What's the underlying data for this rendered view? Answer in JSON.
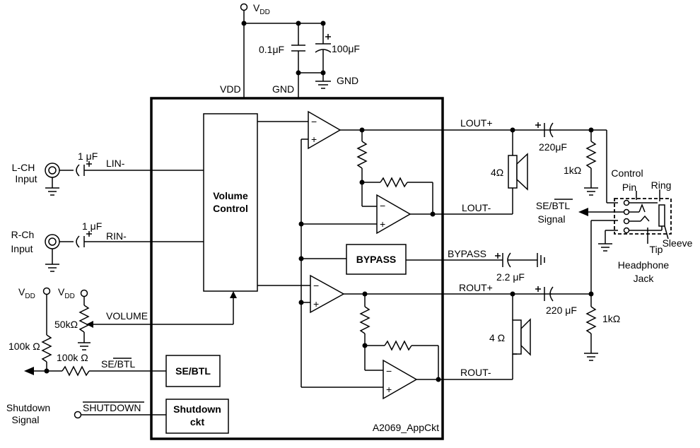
{
  "supply": {
    "vdd_label": "V",
    "vdd_sub": "DD",
    "vdd_pin": "VDD",
    "gnd_pin": "GND",
    "gnd_label": "GND",
    "cap_small": "0.1μF",
    "cap_large": "100μF"
  },
  "blocks": {
    "volume_control_line1": "Volume",
    "volume_control_line2": "Control",
    "bypass": "BYPASS",
    "se_btl": "SE/BTL",
    "shutdown_line1": "Shutdown",
    "shutdown_line2": "ckt"
  },
  "inputs": {
    "lch_line1": "L-CH",
    "lch_line2": "Input",
    "rch_line1": "R-Ch",
    "rch_line2": "Input",
    "cap_lin": "1 μF",
    "cap_rin": "1 μF",
    "lin": "LIN-",
    "rin": "RIN-",
    "volume": "VOLUME",
    "pot_50k": "50kΩ",
    "res_100k_a": "100k Ω",
    "res_100k_b": "100k Ω",
    "se_btl_pin": "SE/BTL",
    "shutdown_pin": "SHUTDOWN",
    "shutdown_signal_line1": "Shutdown",
    "shutdown_signal_line2": "Signal"
  },
  "outputs": {
    "lout_plus": "LOUT+",
    "lout_minus": "LOUT-",
    "rout_plus": "ROUT+",
    "rout_minus": "ROUT-",
    "bypass_pin": "BYPASS",
    "cap_bypass": "2.2 μF",
    "cap_220_top": "220μF",
    "cap_220_bottom": "220 μF",
    "spk_top": "4Ω",
    "spk_bottom": "4 Ω",
    "res_1k_top": "1kΩ",
    "res_1k_bottom": "1kΩ"
  },
  "jack": {
    "control": "Control",
    "pin": "Pin",
    "ring": "Ring",
    "tip": "Tip",
    "sleeve": "Sleeve",
    "se_btl_signal_line1": "SE/BTL",
    "se_btl_signal_line2": "Signal",
    "name_line1": "Headphone",
    "name_line2": "Jack"
  },
  "figure_id": "A2069_AppCkt"
}
